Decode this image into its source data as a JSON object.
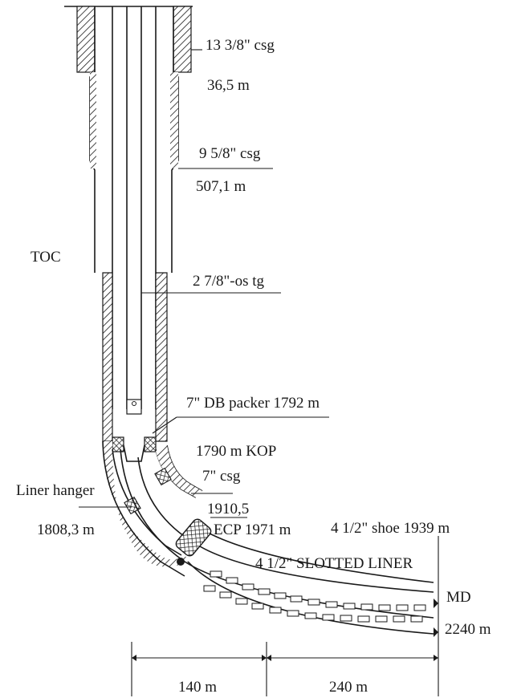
{
  "labels": {
    "csg_13": "13 3/8\" csg",
    "depth_36": "36,5 m",
    "csg_9": "9 5/8\" csg",
    "depth_507": "507,1 m",
    "toc": "TOC",
    "tubing": "2 7/8\"-os tg",
    "db_packer": "7\" DB packer 1792 m",
    "kop": "1790 m  KOP",
    "csg_7": "7\" csg",
    "liner_hanger": "Liner hanger",
    "depth_1910": "1910,5",
    "depth_1808": "1808,3 m",
    "ecp": "ECP 1971 m",
    "shoe": "4 1/2\" shoe 1939 m",
    "slotted_liner": "4 1/2\" SLOTTED LINER",
    "md": "MD",
    "depth_2240": "2240 m",
    "dim_140": "140 m",
    "dim_240": "240 m"
  },
  "colors": {
    "ink": "#1a1a1a",
    "background": "#ffffff"
  }
}
